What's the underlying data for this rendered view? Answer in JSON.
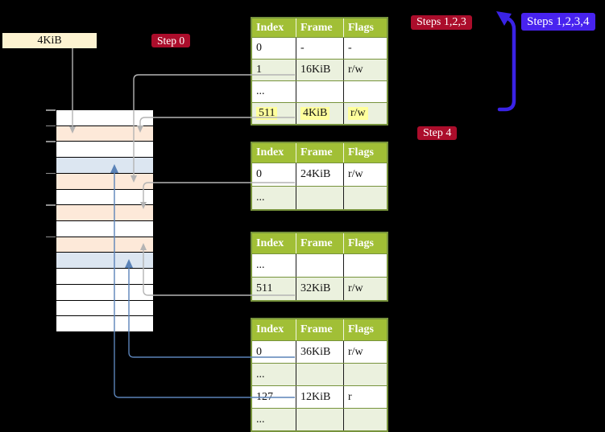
{
  "title_label": "4KiB",
  "badges": {
    "step0": "Step 0",
    "steps123": "Steps 1,2,3",
    "step4": "Step 4",
    "steps1234": "Steps 1,2,3,4"
  },
  "colors": {
    "badge_red": "#ab0d2b",
    "badge_blue": "#4823ef",
    "table_header_green": "#a1bf36",
    "table_row_light_green": "#ebf1de",
    "table_border_olive": "#77933c",
    "frame_label_cream": "#fdf3d1",
    "stack_page_table_frame": "#fde9d9",
    "stack_mapped_frame": "#dce6f1",
    "stack_free_frame": "#ffffff",
    "highlight_yellow": "#ffff9c",
    "gray_arrow": "#b4b4b4",
    "blue_arrow": "#5b83b8",
    "recursion_arrow_blue": "#3a23e6"
  },
  "memory_stack": {
    "rows": [
      {
        "color": "white",
        "tick": true
      },
      {
        "color": "peach",
        "tick": true
      },
      {
        "color": "white",
        "tick": true
      },
      {
        "color": "blue",
        "tick": false
      },
      {
        "color": "peach",
        "tick": true
      },
      {
        "color": "white",
        "tick": false
      },
      {
        "color": "peach",
        "tick": true
      },
      {
        "color": "white",
        "tick": false
      },
      {
        "color": "peach",
        "tick": true
      },
      {
        "color": "blue",
        "tick": false
      },
      {
        "color": "white",
        "tick": false
      },
      {
        "color": "white",
        "tick": false
      },
      {
        "color": "white",
        "tick": false
      },
      {
        "color": "white",
        "tick": false
      }
    ]
  },
  "tables": [
    {
      "name": "level-4-table",
      "headers": [
        "Index",
        "Frame",
        "Flags"
      ],
      "rows": [
        {
          "cells": [
            "0",
            "-",
            "-"
          ],
          "shade": false,
          "highlight": false
        },
        {
          "cells": [
            "1",
            "16KiB",
            "r/w"
          ],
          "shade": true,
          "highlight": false
        },
        {
          "cells": [
            "...",
            "",
            ""
          ],
          "shade": false,
          "highlight": false
        },
        {
          "cells": [
            "511",
            "4KiB",
            "r/w"
          ],
          "shade": true,
          "highlight": true
        }
      ]
    },
    {
      "name": "level-3-table",
      "headers": [
        "Index",
        "Frame",
        "Flags"
      ],
      "rows": [
        {
          "cells": [
            "0",
            "24KiB",
            "r/w"
          ],
          "shade": false,
          "highlight": false
        },
        {
          "cells": [
            "...",
            "",
            ""
          ],
          "shade": true,
          "highlight": false
        }
      ]
    },
    {
      "name": "level-2-table",
      "headers": [
        "Index",
        "Frame",
        "Flags"
      ],
      "rows": [
        {
          "cells": [
            "...",
            "",
            ""
          ],
          "shade": false,
          "highlight": false
        },
        {
          "cells": [
            "511",
            "32KiB",
            "r/w"
          ],
          "shade": true,
          "highlight": false
        }
      ]
    },
    {
      "name": "level-1-table",
      "headers": [
        "Index",
        "Frame",
        "Flags"
      ],
      "rows": [
        {
          "cells": [
            "0",
            "36KiB",
            "r/w"
          ],
          "shade": false,
          "highlight": false
        },
        {
          "cells": [
            "...",
            "",
            ""
          ],
          "shade": true,
          "highlight": false
        },
        {
          "cells": [
            "127",
            "12KiB",
            "r"
          ],
          "shade": false,
          "highlight": false
        },
        {
          "cells": [
            "...",
            "",
            ""
          ],
          "shade": true,
          "highlight": false
        }
      ]
    }
  ]
}
